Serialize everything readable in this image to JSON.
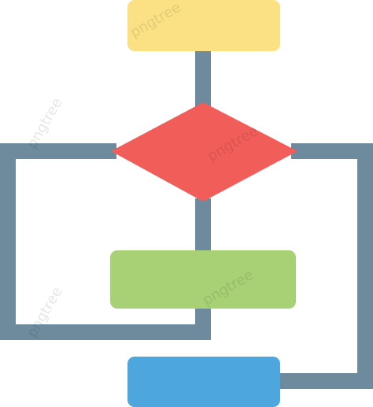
{
  "diagram": {
    "type": "flowchart-icon",
    "colors": {
      "connector": "#6e8b9d",
      "top_box": "#fbe184",
      "decision": "#f15e59",
      "process": "#a8d175",
      "end_box": "#4ea6df",
      "watermark": "#000000"
    },
    "nodes": [
      {
        "id": "start",
        "shape": "rounded-rectangle",
        "color_key": "top_box"
      },
      {
        "id": "decision",
        "shape": "diamond",
        "color_key": "decision"
      },
      {
        "id": "process",
        "shape": "rounded-rectangle",
        "color_key": "process"
      },
      {
        "id": "end",
        "shape": "rounded-rectangle",
        "color_key": "end_box"
      }
    ],
    "edges": [
      {
        "from": "start",
        "to": "decision"
      },
      {
        "from": "decision",
        "to": "process"
      },
      {
        "from": "decision",
        "to": "process",
        "route": "left-loop"
      },
      {
        "from": "decision",
        "to": "end",
        "route": "right-loop"
      }
    ],
    "watermark_text": "pngtree"
  }
}
